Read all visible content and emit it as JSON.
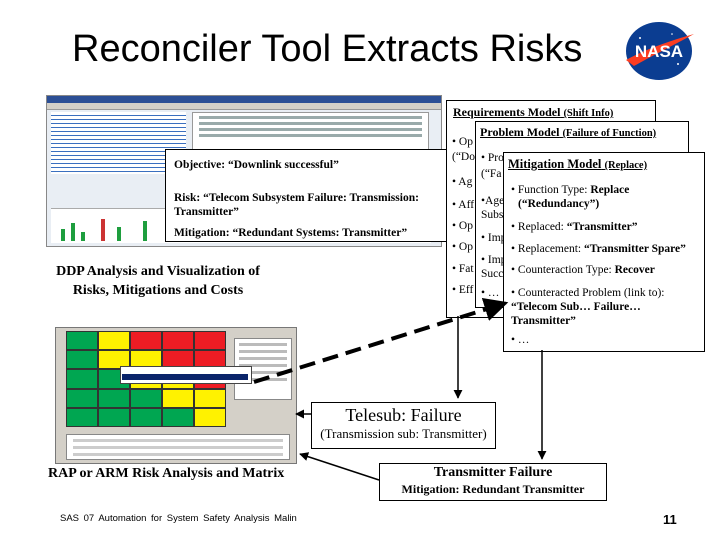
{
  "slide": {
    "title": "Reconciler Tool Extracts Risks",
    "logo_text": "NASA",
    "footer": "SAS 07   Automation for System Safety Analysis   Malin",
    "page_number": "11"
  },
  "ddp_popup": {
    "objective": "Objective: “Downlink successful”",
    "risk": "Risk: “Telecom Subsystem Failure: Transmission: Transmitter”",
    "mitigation": "Mitigation: “Redundant Systems: Transmitter”"
  },
  "ddp_caption": "DDP Analysis and Visualization of Risks, Mitigations and Costs",
  "rap_caption": "RAP or ARM Risk Analysis and Matrix",
  "requirements_model": {
    "heading": "Requirements Model",
    "heading_suffix": "(Shift Info)",
    "frag1": "• Op",
    "frag2": "(“Do",
    "frag3": "• Ag",
    "frag4": "• Aff",
    "frag5": "• Op",
    "frag6": "• Op",
    "frag7": "• Fat",
    "frag8": "• Eff"
  },
  "problem_model": {
    "heading": "Problem Model",
    "heading_suffix": "(Failure of Function)",
    "frag1": "• Pro",
    "frag2": "(“Fa",
    "frag3": "•Age",
    "frag4": "Subs",
    "frag5": "• Imp",
    "frag6": "• Imp",
    "frag7": "Succ",
    "frag8": "• …"
  },
  "mitigation_model": {
    "heading": "Mitigation Model",
    "heading_suffix": "(Replace)",
    "line1_label": "• Function Type:",
    "line1_value": "Replace",
    "line2": "(“Redundancy”)",
    "line3_label": "• Replaced:",
    "line3_value": "“Transmitter”",
    "line4_label": "• Replacement:",
    "line4_value": "“Transmitter Spare”",
    "line5_label": "• Counteraction Type:",
    "line5_value": "Recover",
    "line6_label": "• Counteracted Problem (link to):",
    "line7": "“Telecom Sub… Failure…",
    "line8": "Transmitter”",
    "line9": "• …"
  },
  "telesub_box": {
    "title": "Telesub: Failure",
    "subtitle": "(Transmission sub: Transmitter)"
  },
  "transmitter_box": {
    "title": "Transmitter Failure",
    "subtitle": "Mitigation: Redundant Transmitter"
  },
  "risk_matrix": {
    "colors": {
      "green": "#00a651",
      "yellow": "#fff200",
      "red": "#ed1c24"
    },
    "cells": [
      [
        "green",
        "yellow",
        "red",
        "red",
        "red"
      ],
      [
        "green",
        "yellow",
        "yellow",
        "red",
        "red"
      ],
      [
        "green",
        "green",
        "yellow",
        "yellow",
        "red"
      ],
      [
        "green",
        "green",
        "green",
        "yellow",
        "yellow"
      ],
      [
        "green",
        "green",
        "green",
        "green",
        "yellow"
      ]
    ]
  },
  "colors": {
    "nasa_blue": "#0b3d91",
    "nasa_red": "#fc3d21"
  }
}
